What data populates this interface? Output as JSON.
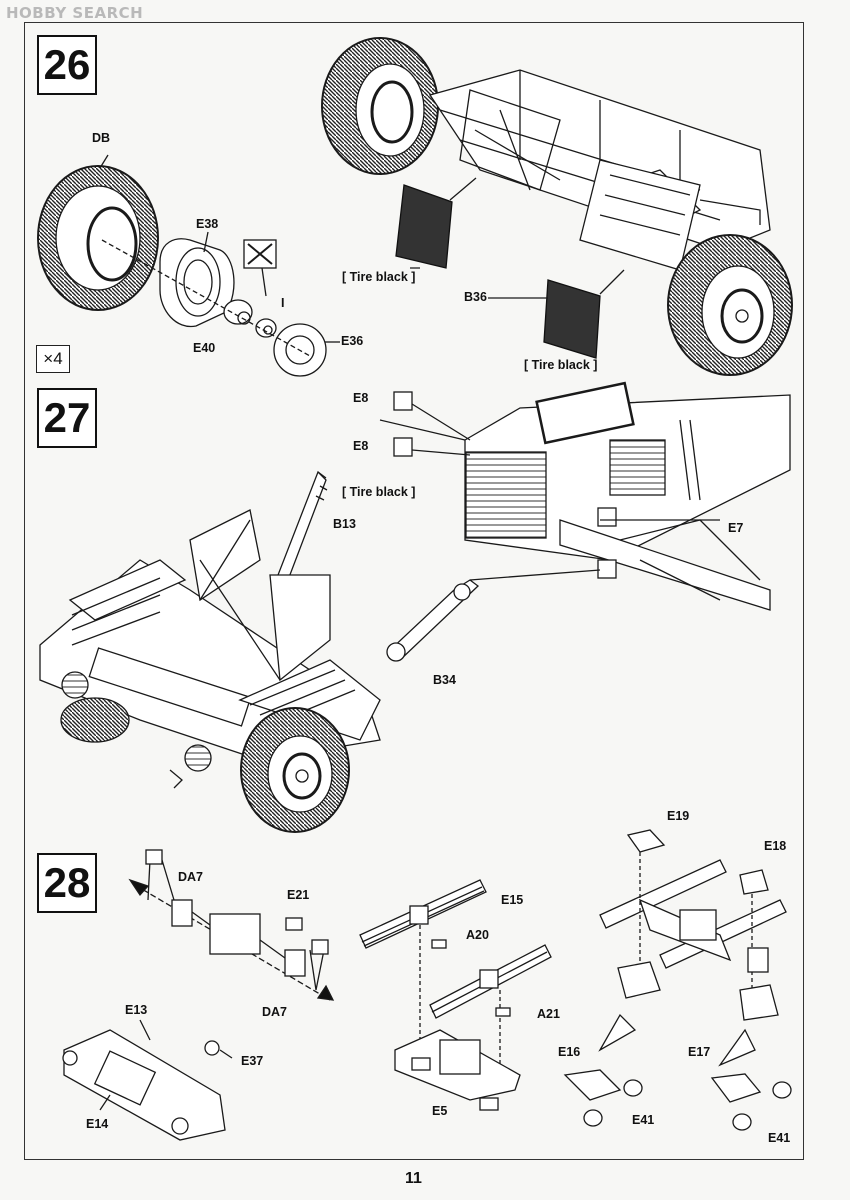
{
  "header": {
    "watermark": "HOBBY SEARCH"
  },
  "steps": [
    {
      "number": "26"
    },
    {
      "number": "27"
    },
    {
      "number": "28"
    }
  ],
  "step26": {
    "multiplier": "×4",
    "labels": {
      "DB": "DB",
      "E38": "E38",
      "E40": "E40",
      "I": "I",
      "E36": "E36",
      "B36": "B36"
    },
    "notes": {
      "tire_black_1": "[ Tire black ]",
      "tire_black_2": "[ Tire black ]"
    }
  },
  "step27": {
    "labels": {
      "E8_top": "E8",
      "E8_bottom": "E8",
      "B13": "B13",
      "E7": "E7",
      "B34": "B34"
    },
    "notes": {
      "tire_black": "[ Tire black ]"
    }
  },
  "step28": {
    "labels": {
      "DA7_top": "DA7",
      "DA7_bottom": "DA7",
      "E21": "E21",
      "E13": "E13",
      "E37": "E37",
      "E14": "E14",
      "E15": "E15",
      "A20": "A20",
      "A21": "A21",
      "E5": "E5",
      "E19": "E19",
      "E18": "E18",
      "E16": "E16",
      "E17": "E17",
      "E41_left": "E41",
      "E41_right": "E41"
    }
  },
  "footer": {
    "page_number": "11"
  }
}
